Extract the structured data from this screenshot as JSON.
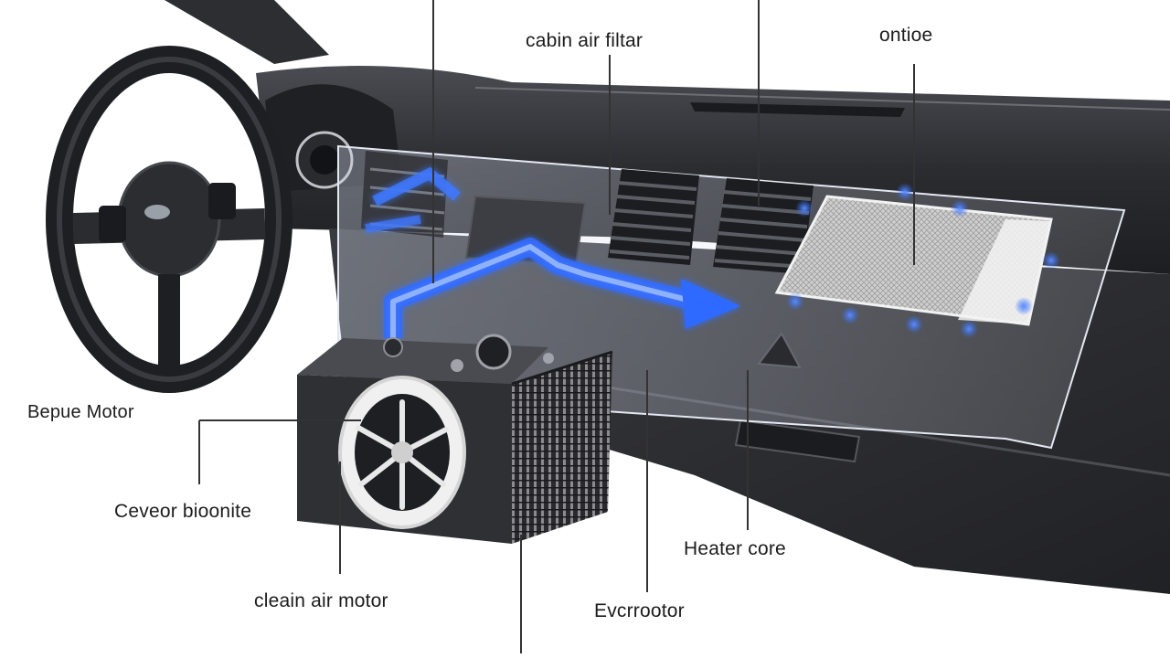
{
  "labels": {
    "cabin_air_filter": "cabin air filtar",
    "ontioe": "ontioe",
    "blower_motor": "Bepue  Motor",
    "ceveor_bioonite": "Ceveor bioonite",
    "heater_core": "Heater core",
    "clean_air_motor": "cleain air motor",
    "evaporator": "Evcrrootor"
  },
  "colors": {
    "airflow": "#2f6bff",
    "dashboard": "#2b2c30",
    "unit_body": "#3a3b3f",
    "filter_panel": "#d9d9d9",
    "leader_line": "#333333"
  }
}
